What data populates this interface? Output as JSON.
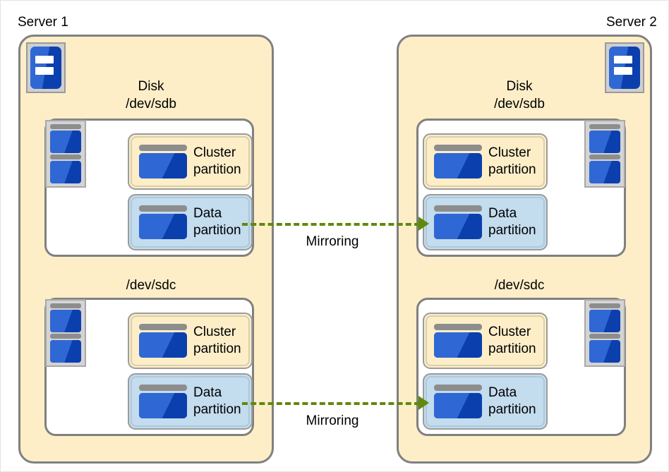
{
  "diagram": {
    "title_left": "Server 1",
    "title_right": "Server 2",
    "colors": {
      "server_panel_fill": "#fdeec8",
      "server_panel_border": "#808080",
      "disk_box_fill": "#ffffff",
      "cluster_partition_fill": "#fdeec8",
      "data_partition_fill": "#c3dcee",
      "mirroring_arrow": "#5f8a0b",
      "icon_blue_light": "#2f68d4",
      "icon_blue_dark": "#0b3fae",
      "icon_gray": "#8d8d8d"
    },
    "servers": [
      {
        "name": "Server 1",
        "side": "left",
        "server_icon_name": "server-icon",
        "disks": [
          {
            "label_line1": "Disk",
            "label_line2": "/dev/sdb",
            "disk_icon_name": "disk-stack-icon",
            "partitions": [
              {
                "type": "cluster",
                "line1": "Cluster",
                "line2": "partition"
              },
              {
                "type": "data",
                "line1": "Data",
                "line2": "partition"
              }
            ]
          },
          {
            "label_line1": "",
            "label_line2": "/dev/sdc",
            "disk_icon_name": "disk-stack-icon",
            "partitions": [
              {
                "type": "cluster",
                "line1": "Cluster",
                "line2": "partition"
              },
              {
                "type": "data",
                "line1": "Data",
                "line2": "partition"
              }
            ]
          }
        ]
      },
      {
        "name": "Server 2",
        "side": "right",
        "server_icon_name": "server-icon",
        "disks": [
          {
            "label_line1": "Disk",
            "label_line2": "/dev/sdb",
            "disk_icon_name": "disk-stack-icon",
            "partitions": [
              {
                "type": "cluster",
                "line1": "Cluster",
                "line2": "partition"
              },
              {
                "type": "data",
                "line1": "Data",
                "line2": "partition"
              }
            ]
          },
          {
            "label_line1": "",
            "label_line2": "/dev/sdc",
            "disk_icon_name": "disk-stack-icon",
            "partitions": [
              {
                "type": "cluster",
                "line1": "Cluster",
                "line2": "partition"
              },
              {
                "type": "data",
                "line1": "Data",
                "line2": "partition"
              }
            ]
          }
        ]
      }
    ],
    "mirroring": [
      {
        "label": "Mirroring",
        "from": "Server 1 /dev/sdb Data partition",
        "to": "Server 2 /dev/sdb Data partition"
      },
      {
        "label": "Mirroring",
        "from": "Server 1 /dev/sdc Data partition",
        "to": "Server 2 /dev/sdc Data partition"
      }
    ]
  }
}
